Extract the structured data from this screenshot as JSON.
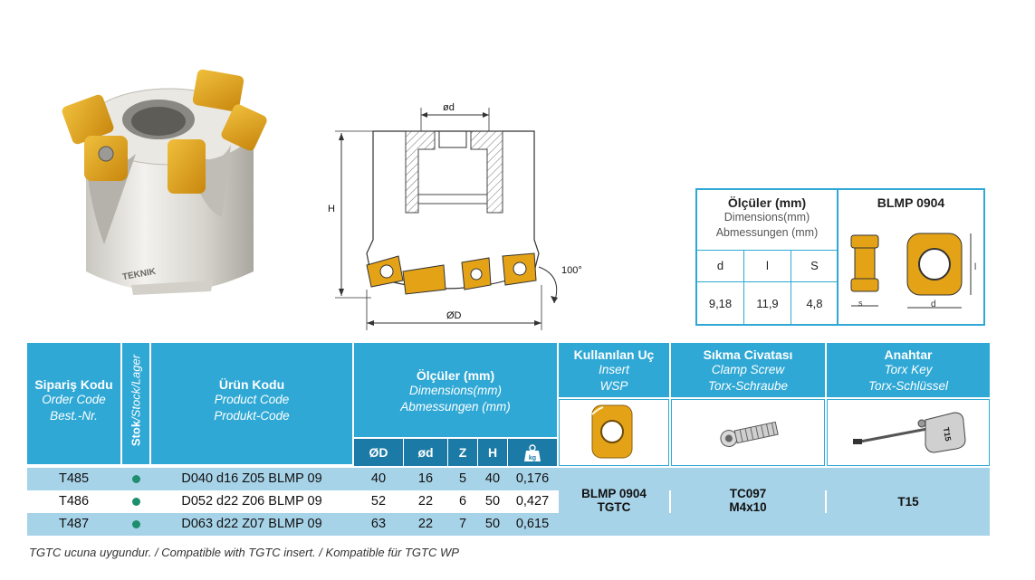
{
  "photo": {
    "brand_text": "TEKNIK"
  },
  "drawing": {
    "d_label": "ød",
    "H_label": "H",
    "D_label": "ØD",
    "angle_label": "100°"
  },
  "insert_table": {
    "title": "Ölçüler (mm)",
    "subtitle_en": "Dimensions(mm)",
    "subtitle_de": "Abmessungen (mm)",
    "columns": [
      "d",
      "l",
      "S"
    ],
    "values": [
      "9,18",
      "11,9",
      "4,8"
    ],
    "insert_name": "BLMP 0904",
    "small_labels": {
      "s": "s",
      "d": "d",
      "l": "l"
    }
  },
  "main_table": {
    "order_code": {
      "tr": "Sipariş Kodu",
      "en": "Order Code",
      "de": "Best.-Nr."
    },
    "stock": {
      "tr": "Stok",
      "rest": "/Stock/Lager"
    },
    "product_code": {
      "tr": "Ürün Kodu",
      "en": "Product Code",
      "de": "Produkt-Code"
    },
    "dimensions": {
      "tr": "Ölçüler (mm)",
      "en": "Dimensions(mm)",
      "de": "Abmessungen (mm)"
    },
    "dim_columns": [
      "ØD",
      "ød",
      "Z",
      "H"
    ],
    "weight_icon_label": "kg",
    "insert": {
      "tr": "Kullanılan Uç",
      "en": "Insert",
      "de": "WSP"
    },
    "screw": {
      "tr": "Sıkma Civatası",
      "en": "Clamp Screw",
      "de": "Torx-Schraube"
    },
    "key": {
      "tr": "Anahtar",
      "en": "Torx Key",
      "de": "Torx-Schlüssel"
    },
    "key_label": "T15",
    "rows": [
      {
        "code": "T485",
        "product": "D040 d16 Z05 BLMP 09",
        "D": "40",
        "d": "16",
        "Z": "5",
        "H": "40",
        "kg": "0,176"
      },
      {
        "code": "T486",
        "product": "D052 d22 Z06 BLMP 09",
        "D": "52",
        "d": "22",
        "Z": "6",
        "H": "50",
        "kg": "0,427"
      },
      {
        "code": "T487",
        "product": "D063 d22 Z07 BLMP 09",
        "D": "63",
        "d": "22",
        "Z": "7",
        "H": "50",
        "kg": "0,615"
      }
    ],
    "insert_value": {
      "line1": "BLMP 0904",
      "line2": "TGTC"
    },
    "screw_value": {
      "line1": "TC097",
      "line2": "M4x10"
    },
    "key_value": "T15"
  },
  "footnote": "TGTC ucuna uygundur. / Compatible with TGTC insert. / Kompatible für TGTC WP",
  "colors": {
    "header_blue": "#2fa8d5",
    "subheader_blue": "#1b7aa6",
    "row_light": "#a7d3e8",
    "insert_gold": "#e4a317",
    "stock_dot": "#1f8e6e"
  }
}
